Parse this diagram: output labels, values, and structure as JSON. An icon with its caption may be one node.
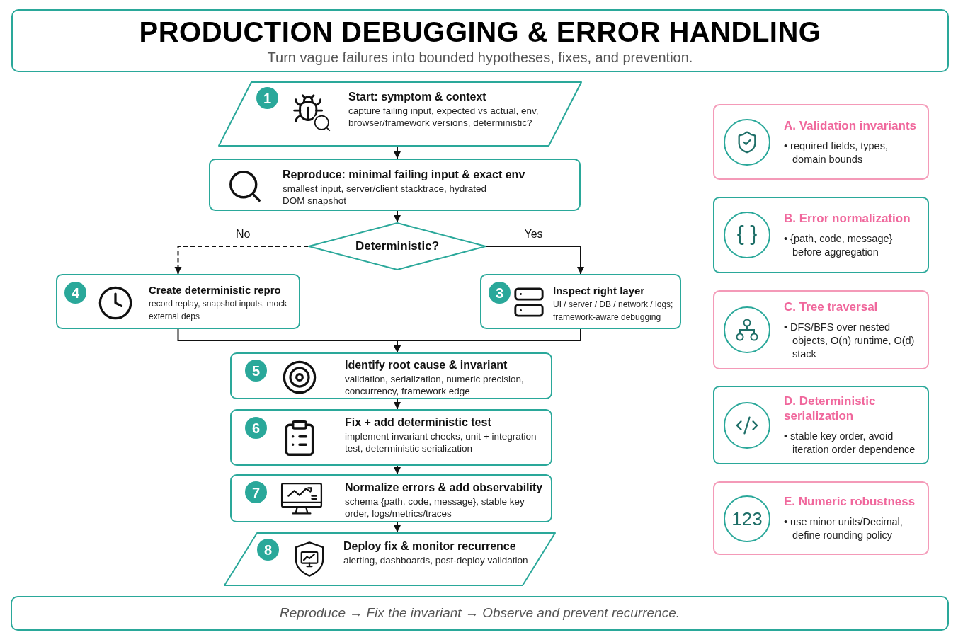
{
  "diagram": {
    "title": "PRODUCTION DEBUGGING & ERROR HANDLING",
    "caption": "Reproduce → Fix the invariant → Observe and prevent recurrence.",
    "nodes": [
      {
        "text": [
          "1",
          "Start: symptom & context",
          "capture failing input, expected vs actual, env, browser/framework versions, deterministic?"
        ]
      },
      {
        "text": [
          "Reproduce: minimal failing input & exact env",
          "smallest input, server/client stacktrace, hydrated DOM snapshot"
        ]
      },
      {
        "text": [
          "Deterministic?"
        ]
      },
      {
        "text": [
          "4",
          "Create deterministic repro",
          "record replay, snapshot inputs, mock external deps"
        ]
      },
      {
        "text": [
          "3",
          "Inspect right layer",
          "UI / server / DB / network / logs; framework-aware debugging"
        ]
      },
      {
        "text": [
          "5",
          "Identify root cause & invariant",
          "validation, serialization, numeric precision, concurrency, framework edge"
        ]
      },
      {
        "text": [
          "6",
          "Fix + add deterministic test",
          "implement invariant checks, unit + integration test, deterministic serialization"
        ]
      },
      {
        "text": [
          "7",
          "Normalize errors & add observability",
          "schema {path, code, message}, stable key order, logs/metrics/traces"
        ]
      },
      {
        "text": [
          "8",
          "Deploy fix & monitor recurrence",
          "alerting, dashboards, post-deploy validation"
        ]
      },
      {
        "text": [
          "A. Validation invariants",
          "• required fields, types, domain bounds"
        ]
      },
      {
        "text": [
          "B. Error normalization",
          "• {path, code, message} before aggregation"
        ]
      },
      {
        "text": [
          "C. Tree traversal",
          "• DFS/BFS over nested objects, O(n) runtime, O(d) stack"
        ]
      },
      {
        "text": [
          "D. Deterministic serialization",
          "• stable key order, avoid iteration order dependence"
        ]
      },
      {
        "text": [
          "E. Numeric robustness",
          "• use minor units/Decimal, define rounding policy"
        ]
      },
      {
        "text": [
          "123"
        ],
        "in": 13
      }
    ],
    "edges": [
      {
        "from": 0,
        "to": 1,
        "arrow": "to"
      },
      {
        "from": 1,
        "to": 2,
        "arrow": "to"
      },
      {
        "from": 2,
        "to": 3,
        "arrow": "to",
        "label": "No",
        "style": "dashed"
      },
      {
        "from": 2,
        "to": 4,
        "arrow": "to",
        "label": "Yes"
      },
      {
        "from": 3,
        "to": 5,
        "arrow": "to"
      },
      {
        "from": 4,
        "to": 5,
        "arrow": "to"
      },
      {
        "from": 5,
        "to": 6,
        "arrow": "to"
      },
      {
        "from": 6,
        "to": 7,
        "arrow": "to"
      },
      {
        "from": 7,
        "to": 8,
        "arrow": "to"
      }
    ],
    "labels": [
      "Turn vague failures into bounded hypotheses, fixes, and prevention."
    ]
  }
}
